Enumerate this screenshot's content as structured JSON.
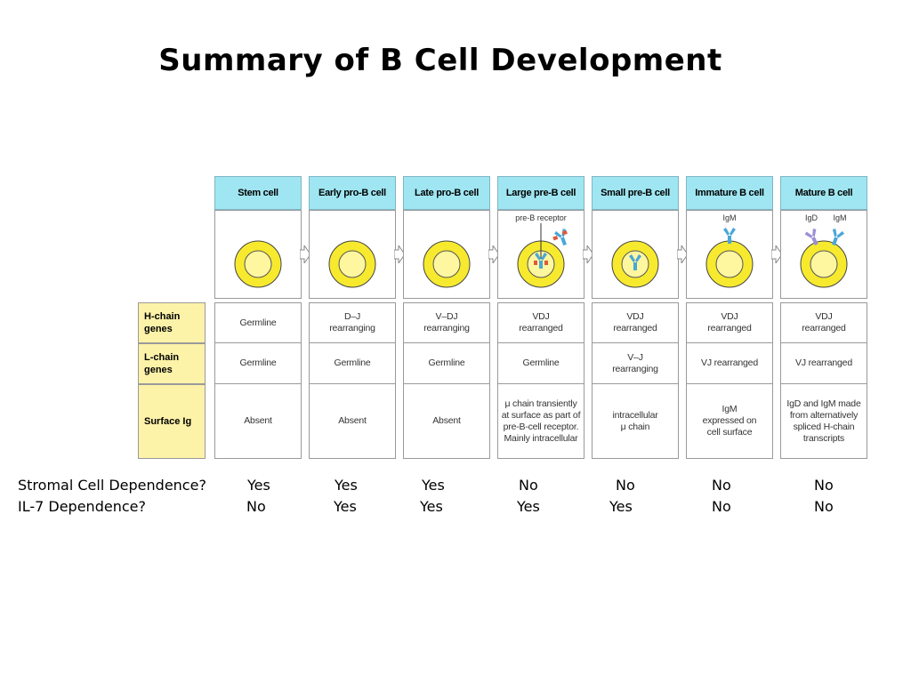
{
  "title": "Summary of B Cell Development",
  "stages": [
    {
      "name": "Stem cell",
      "h_chain": "Germline",
      "l_chain": "Germline",
      "surface_ig": "Absent",
      "stromal": "Yes",
      "il7": "No",
      "receptors": []
    },
    {
      "name": "Early pro-B cell",
      "h_chain": "D–J\nrearranging",
      "l_chain": "Germline",
      "surface_ig": "Absent",
      "stromal": "Yes",
      "il7": "Yes",
      "receptors": []
    },
    {
      "name": "Late  pro-B cell",
      "h_chain": "V–DJ\nrearranging",
      "l_chain": "Germline",
      "surface_ig": "Absent",
      "stromal": "Yes",
      "il7": "Yes",
      "receptors": []
    },
    {
      "name": "Large pre-B cell",
      "h_chain": "VDJ\nrearranged",
      "l_chain": "Germline",
      "surface_ig": "μ chain transiently\nat surface as part of\npre-B-cell receptor.\nMainly intracellular",
      "stromal": "No",
      "il7": "Yes",
      "receptors": [
        "pre-B receptor"
      ]
    },
    {
      "name": "Small pre-B cell",
      "h_chain": "VDJ\nrearranged",
      "l_chain": "V–J\nrearranging",
      "surface_ig": "intracellular\nμ chain",
      "stromal": "No",
      "il7": "Yes",
      "receptors": []
    },
    {
      "name": "Immature B cell",
      "h_chain": "VDJ\nrearranged",
      "l_chain": "VJ  rearranged",
      "surface_ig": "IgM\nexpressed  on\ncell  surface",
      "stromal": "No",
      "il7": "No",
      "receptors": [
        "IgM"
      ]
    },
    {
      "name": "Mature B cell",
      "h_chain": "VDJ\nrearranged",
      "l_chain": "VJ  rearranged",
      "surface_ig": "IgD and IgM made\nfrom alternatively\nspliced H-chain\ntranscripts",
      "stromal": "No",
      "il7": "No",
      "receptors": [
        "IgD",
        "IgM"
      ]
    }
  ],
  "row_labels": {
    "h_chain": "H-chain\ngenes",
    "l_chain": "L-chain\ngenes",
    "surface_ig": "Surface  Ig"
  },
  "bottom_labels": {
    "stromal": "Stromal Cell Dependence?",
    "il7": "IL-7 Dependence?"
  },
  "colors": {
    "header_bg": "#9fe6f2",
    "label_bg": "#fcf2a8",
    "cell_yellow": "#f7ea2e",
    "cell_inner": "#fff6a0",
    "receptor_blue": "#49a7d8",
    "igd_purple": "#9c8fd6",
    "light_chain_red": "#e0593a"
  }
}
